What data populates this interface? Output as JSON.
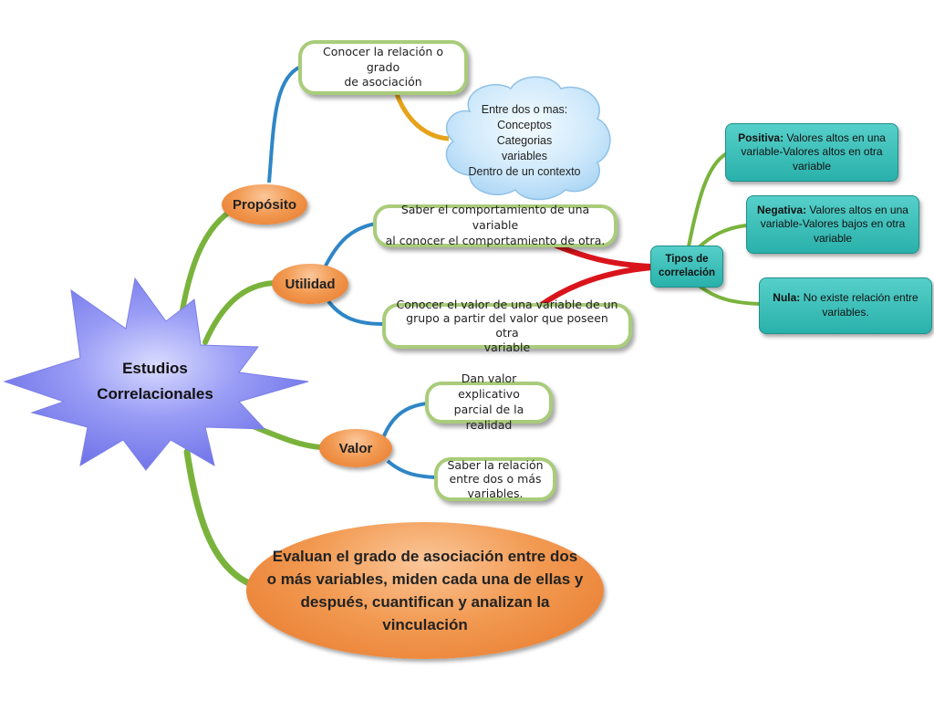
{
  "central": {
    "line1": "Estudios",
    "line2": "Correlacionales"
  },
  "branches": {
    "proposito": {
      "label": "Propósito",
      "box": {
        "line1": "Conocer la relación o grado",
        "line2": "de asociación"
      },
      "cloud": {
        "lines": [
          "Entre dos o mas:",
          "Conceptos",
          "Categorias",
          "variables",
          "Dentro de un contexto"
        ]
      }
    },
    "utilidad": {
      "label": "Utilidad",
      "box1": {
        "line1": "Saber el comportamiento de una variable",
        "line2": "al conocer el comportamiento de otra."
      },
      "box2": {
        "line1": "Conocer el valor de una variable de un",
        "line2": "grupo a partir del valor que poseen otra",
        "line3": "variable"
      }
    },
    "valor": {
      "label": "Valor",
      "box1": {
        "line1": "Dan valor explicativo",
        "line2": "parcial de la realidad"
      },
      "box2": {
        "line1": "Saber la relación",
        "line2": "entre dos o más",
        "line3": "variables."
      }
    },
    "descripcion": {
      "lines": [
        "Evaluan el grado de asociación entre dos",
        "o más variables, miden cada una de ellas y",
        "después, cuantifican y analizan la",
        "vinculación"
      ]
    }
  },
  "tipos": {
    "label": {
      "line1": "Tipos de",
      "line2": "correlación"
    },
    "positiva": {
      "term": "Positiva:",
      "line1": " Valores altos en una",
      "line2": "variable-Valores altos en otra",
      "line3": "variable"
    },
    "negativa": {
      "term": "Negativa:",
      "line1": " Valores altos en una",
      "line2": "variable-Valores bajos en otra",
      "line3": "variable"
    },
    "nula": {
      "term": "Nula:",
      "line1": " No existe relación entre",
      "line2": "variables."
    }
  },
  "colors": {
    "green_border": "#a9cc7a",
    "orange": "#f29a52",
    "teal": "#2ab1ab",
    "star": "#8c8ff0",
    "red_connector": "#d9141b",
    "blue_connector": "#2f86c6",
    "gold_connector": "#e6a31a",
    "green_connector": "#7ab33c"
  }
}
